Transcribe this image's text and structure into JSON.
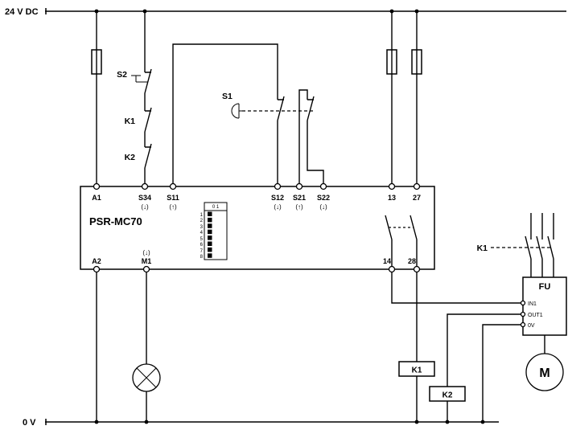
{
  "rails": {
    "top": "24 V DC",
    "bottom": "0 V"
  },
  "inputs": {
    "s2": "S2",
    "k1_feedback": "K1",
    "k2_feedback": "K2",
    "s1": "S1"
  },
  "relay": {
    "model": "PSR-MC70",
    "terminals_top": [
      {
        "id": "A1",
        "sub": ""
      },
      {
        "id": "S34",
        "sub": "(↓)"
      },
      {
        "id": "S11",
        "sub": "(↑)"
      },
      {
        "id": "S12",
        "sub": "(↓)"
      },
      {
        "id": "S21",
        "sub": "(↑)"
      },
      {
        "id": "S22",
        "sub": "(↓)"
      },
      {
        "id": "13",
        "sub": ""
      },
      {
        "id": "27",
        "sub": ""
      }
    ],
    "terminals_bottom": [
      {
        "id": "A2",
        "sub": ""
      },
      {
        "id": "M1",
        "sub": "(↓)"
      },
      {
        "id": "14",
        "sub": ""
      },
      {
        "id": "28",
        "sub": ""
      }
    ],
    "dip": {
      "header": "0 1",
      "rows": [
        "1",
        "2",
        "3",
        "4",
        "5",
        "6",
        "7",
        "8"
      ]
    }
  },
  "power": {
    "k1_contacts": "K1",
    "fu": {
      "label": "FU",
      "terminals": [
        "IN1",
        "OUT1",
        "0V"
      ]
    },
    "motor": "M",
    "k1_coil": "K1",
    "k2_coil": "K2"
  }
}
